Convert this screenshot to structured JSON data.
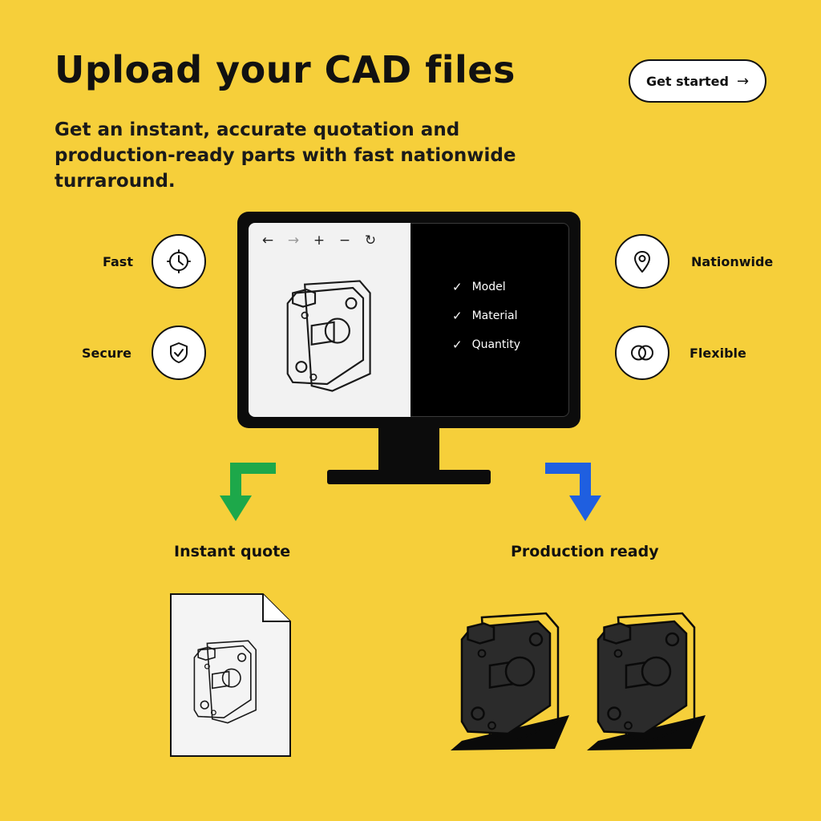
{
  "header": {
    "title": "Upload your CAD files",
    "subtitle": "Get an instant, accurate quotation and production-ready parts with fast nationwide turraround.",
    "cta_label": "Get started",
    "cta_arrow": "→"
  },
  "features": [
    {
      "label": "Fast",
      "icon": "clock-icon"
    },
    {
      "label": "Secure",
      "icon": "shield-check-icon"
    },
    {
      "label": "Nationwide",
      "icon": "map-pin-icon"
    },
    {
      "label": "Flexible",
      "icon": "interlocking-rings-icon"
    }
  ],
  "viewer": {
    "toolbar": [
      {
        "glyph": "←",
        "icon": "arrow-left-icon"
      },
      {
        "glyph": "→",
        "icon": "arrow-right-icon"
      },
      {
        "glyph": "+",
        "icon": "zoom-in-icon"
      },
      {
        "glyph": "−",
        "icon": "zoom-out-icon"
      },
      {
        "glyph": "↻",
        "icon": "refresh-icon"
      }
    ],
    "checklist": [
      {
        "check": "✓",
        "label": "Model"
      },
      {
        "check": "✓",
        "label": "Material"
      },
      {
        "check": "✓",
        "label": "Quantity"
      }
    ]
  },
  "outputs": {
    "left_label": "Instant quote",
    "right_label": "Production ready",
    "left_arrow_color": "#1DA84A",
    "right_arrow_color": "#1F5FE0"
  },
  "colors": {
    "background": "#F6CF3A",
    "monitor": "#0C0C0C"
  }
}
